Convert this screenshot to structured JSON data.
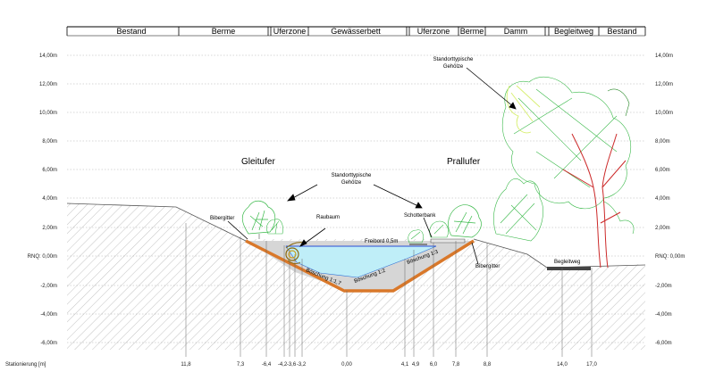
{
  "zones": [
    "Bestand",
    "Berme",
    "Uferzone",
    "Gewässerbett",
    "Uferzone",
    "Berme",
    "Damm",
    "Begleitweg",
    "Bestand"
  ],
  "elevation_labels": [
    "14,00m",
    "12,00m",
    "10,00m",
    "8,00m",
    "6,00m",
    "4,00m",
    "2,00m",
    "RNQ: 0,00m",
    "-2,00m",
    "-4,00m",
    "-6,00m"
  ],
  "elevation_labels_right": [
    "14,00m",
    "12,00m",
    "10,00m",
    "8,00m",
    "6,00m",
    "4,00m",
    "2,00m",
    "RNQ: 0,00m",
    "-2,00m",
    "-4,00m",
    "-6,00m"
  ],
  "station_title": "Stationierung [m]",
  "stations": [
    "11,8",
    "7,3",
    "-6,4",
    "-4,2",
    "-3,6",
    "-3,2",
    "0,00",
    "4,1",
    "4,9",
    "6,0",
    "7,8",
    "8,8",
    "14,0",
    "17,0"
  ],
  "labels": {
    "gleitufer": "Gleitufer",
    "prallufer": "Prallufer",
    "gehoelze_mid_1": "Standorttypische",
    "gehoelze_mid_2": "Gehölze",
    "gehoelze_top_1": "Standorttypische",
    "gehoelze_top_2": "Gehölze",
    "raubaum": "Raubaum",
    "schotterbank": "Schotterbank",
    "bibergitter_left": "Bibergitter",
    "bibergitter_right": "Bibergitter",
    "freibord": "Freibord 0,5m",
    "boeschung_11": "Böschung 1:1,7",
    "boeschung_12": "Böschung 1:2",
    "boeschung_13": "Böschung 1:3",
    "begleitweg": "Begleitweg"
  },
  "colors": {
    "liner": "#d9782a",
    "water": "#bfeef8",
    "fill": "#d6d6d6",
    "tree_green": "#3ab94a",
    "tree_light": "#d7ef70",
    "trunk": "#cc2a2a"
  }
}
